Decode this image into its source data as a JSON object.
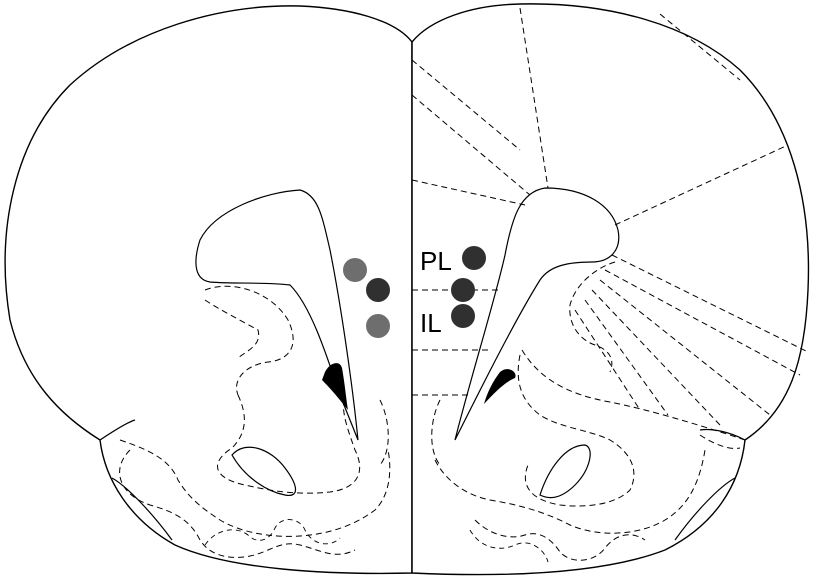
{
  "labels": {
    "pl": "PL",
    "il": "IL"
  },
  "colors": {
    "dark_marker": "#303030",
    "gray_marker": "#6e6e6e",
    "outline": "#000000",
    "background": "#ffffff"
  },
  "markers": [
    {
      "name": "marker-left-gray-upper",
      "tone": "gray"
    },
    {
      "name": "marker-left-dark",
      "tone": "dark"
    },
    {
      "name": "marker-left-gray-lower",
      "tone": "gray"
    },
    {
      "name": "marker-pl-dark",
      "tone": "dark"
    },
    {
      "name": "marker-center-dark",
      "tone": "dark"
    },
    {
      "name": "marker-il-dark",
      "tone": "dark"
    }
  ]
}
